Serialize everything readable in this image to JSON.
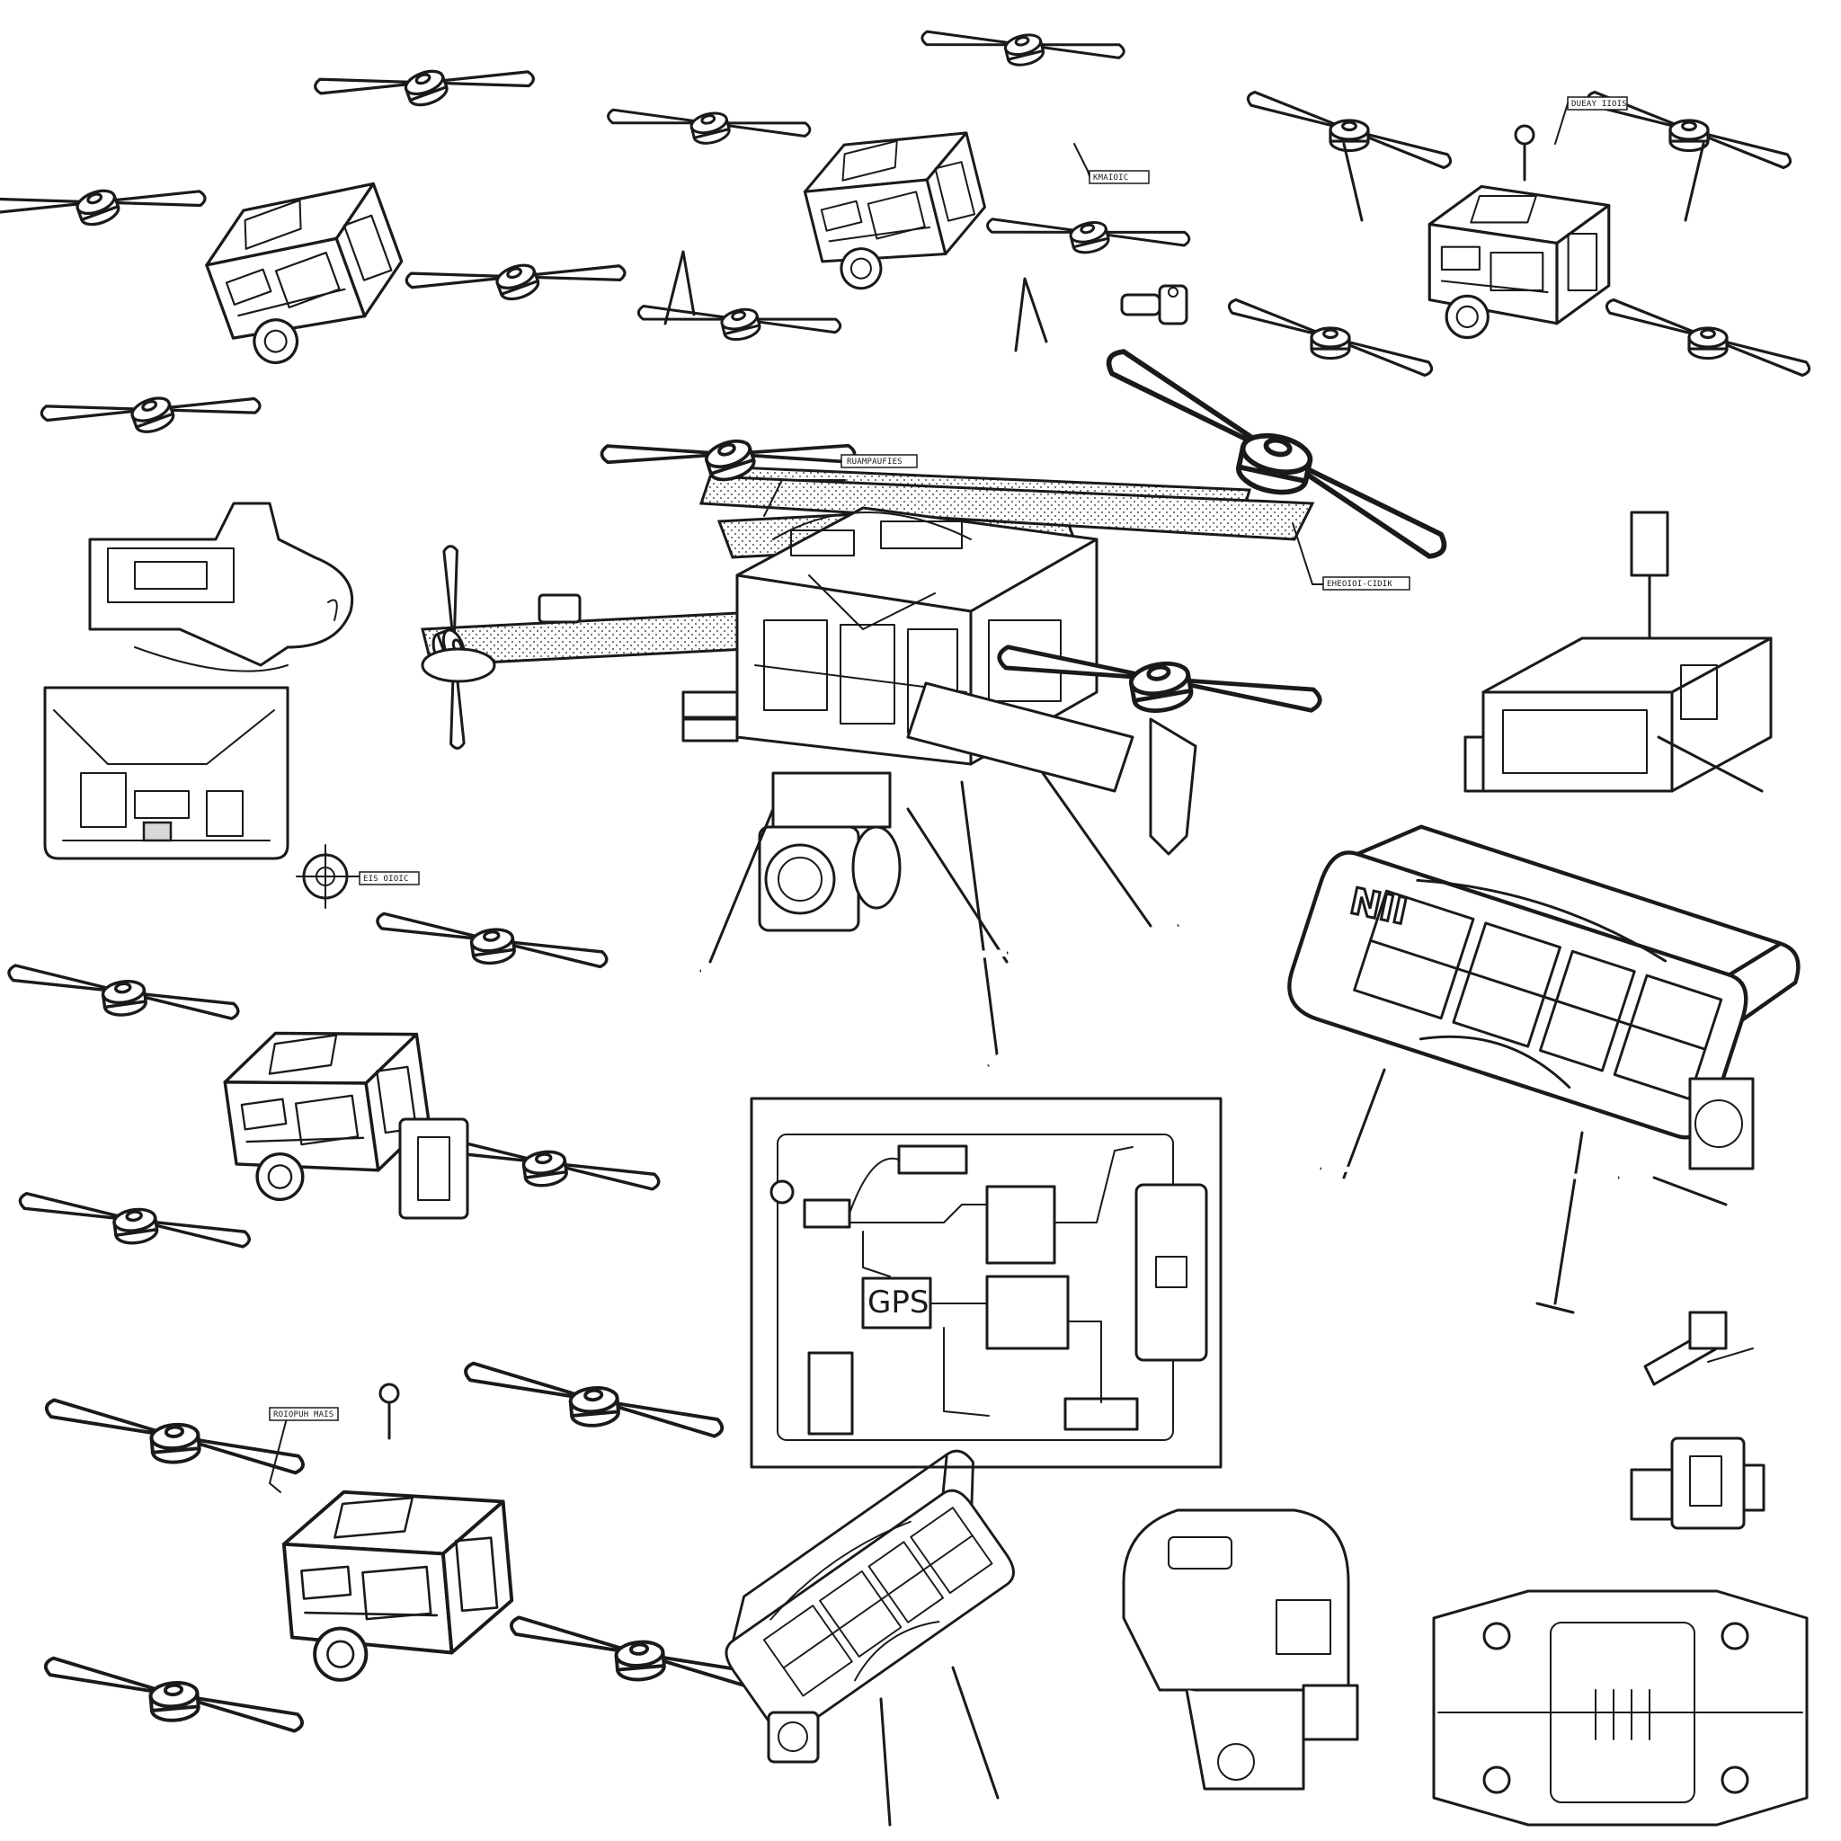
{
  "sheet_title": "",
  "callouts": [
    "RUAMPAUFIES",
    "EHEOIOI-CIDIK",
    "DUEAY IIOIS",
    "KMAIOIC",
    "EIS OIOIC",
    "ROIOPUH MAIS"
  ],
  "schematic": {
    "module_label": "GPS"
  },
  "battery_logo": "NII",
  "line_color": "#1a1a1a",
  "paper_color": "#ffffff",
  "icons": [
    "quadcopter-drone-icon",
    "propeller-icon",
    "motor-icon",
    "gimbal-camera-icon",
    "landing-gear-icon",
    "flight-battery-icon",
    "circuit-schematic-icon",
    "antenna-icon"
  ]
}
